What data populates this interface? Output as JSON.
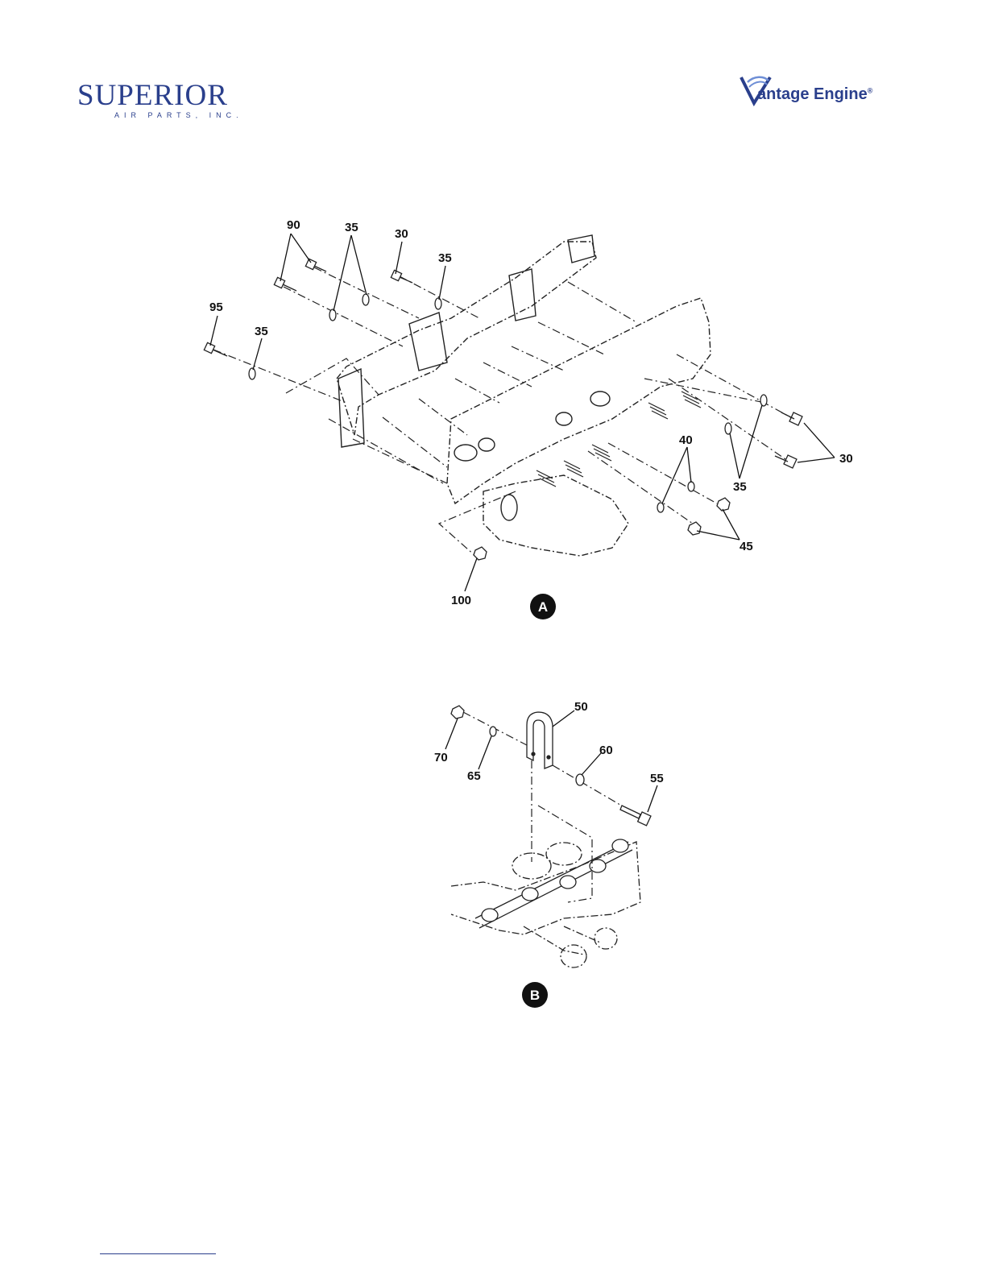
{
  "header": {
    "left_logo": {
      "word": "SUPERIOR",
      "sub": "AIR PARTS, INC."
    },
    "right_logo": {
      "word": "antage Engine",
      "reg": "®",
      "icon": "vantage-v-swirl-logo"
    }
  },
  "figure_a": {
    "badge": "A",
    "callouts": [
      "90",
      "35",
      "30",
      "35",
      "95",
      "35",
      "30",
      "35",
      "40",
      "45",
      "100"
    ]
  },
  "figure_b": {
    "badge": "B",
    "callouts": [
      "50",
      "70",
      "65",
      "60",
      "55"
    ]
  },
  "colors": {
    "brand_blue": "#2a3f8c",
    "line": "#222222"
  }
}
